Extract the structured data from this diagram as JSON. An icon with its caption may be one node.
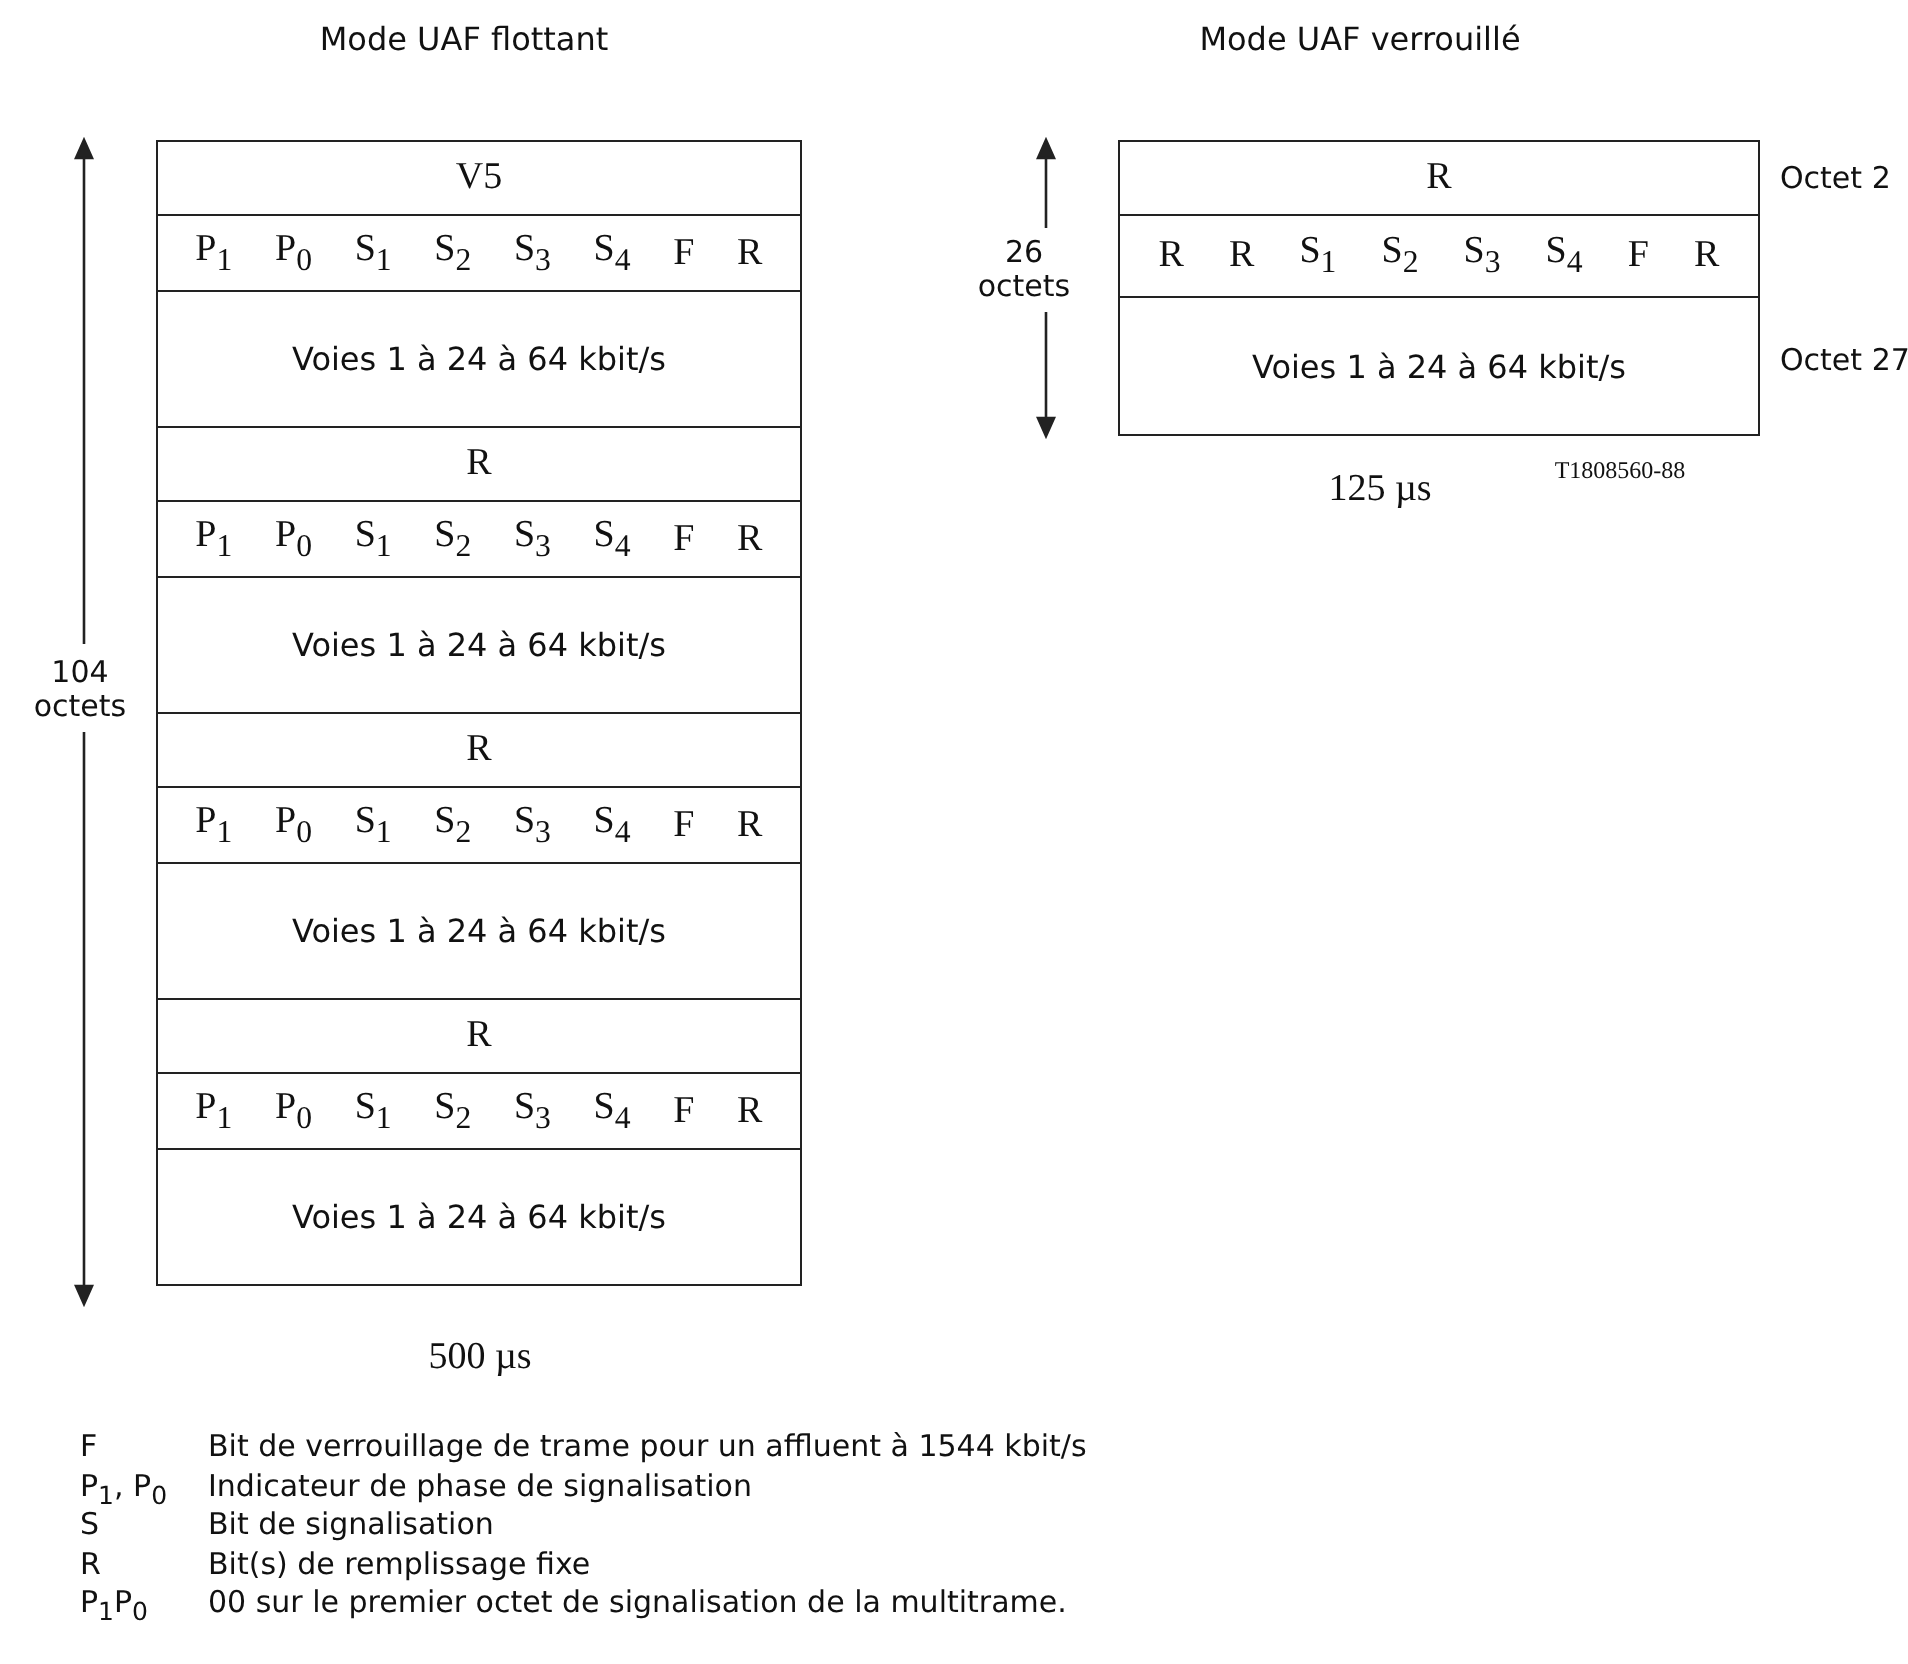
{
  "diagram": {
    "nodes": [
      {
        "text": [
          "V5"
        ]
      },
      {
        "text": [
          "P$_{1}$",
          "P$_{0}$",
          "S$_{1}$",
          "S$_{2}$",
          "S$_{3}$",
          "S$_{4}$",
          "F",
          "R"
        ]
      },
      {
        "text": [
          "Voies 1 à 24 à 64 kbit/s"
        ]
      },
      {
        "text": [
          "R"
        ]
      },
      {
        "text": [
          "P$_{1}$",
          "P$_{0}$",
          "S$_{1}$",
          "S$_{2}$",
          "S$_{3}$",
          "S$_{4}$",
          "F",
          "R"
        ]
      },
      {
        "text": [
          "Voies 1 à 24 à 64 kbit/s"
        ]
      },
      {
        "text": [
          "R"
        ]
      },
      {
        "text": [
          "P$_{1}$",
          "P$_{0}$",
          "S$_{1}$",
          "S$_{2}$",
          "S$_{3}$",
          "S$_{4}$",
          "F",
          "R"
        ]
      },
      {
        "text": [
          "Voies 1 à 24 à 64 kbit/s"
        ]
      },
      {
        "text": [
          "R"
        ]
      },
      {
        "text": [
          "P$_{1}$",
          "P$_{0}$",
          "S$_{1}$",
          "S$_{2}$",
          "S$_{3}$",
          "S$_{4}$",
          "F",
          "R"
        ]
      },
      {
        "text": [
          "Voies 1 à 24 à 64 kbit/s"
        ]
      },
      {
        "text": [
          "R"
        ],
        "beside": [
          "Octet 2"
        ]
      },
      {
        "text": [
          "R",
          "R",
          "S$_{1}$",
          "S$_{2}$",
          "S$_{3}$",
          "S$_{4}$",
          "F",
          "R"
        ]
      },
      {
        "text": [
          "Voies 1 à 24 à 64 kbit/s"
        ],
        "beside": [
          "Octet 27"
        ]
      }
    ],
    "edges": [],
    "labels": [
      "Mode UAF flottant",
      "Mode UAF verrouillé",
      "26 octets",
      "104 octets",
      "125 µs",
      "T1808560-88",
      "500 µs",
      "F",
      "Bit de verrouillage de trame pour un affluent à 1544 kbit/s",
      "P$_{1}$, P$_{0}$",
      "Indicateur de phase de signalisation",
      "S",
      "Bit de signalisation",
      "R",
      "Bit(s) de remplissage fixe",
      "P$_{1}$P$_{0}$",
      "00 sur le premier octet de signalisation de la multitrame."
    ]
  }
}
